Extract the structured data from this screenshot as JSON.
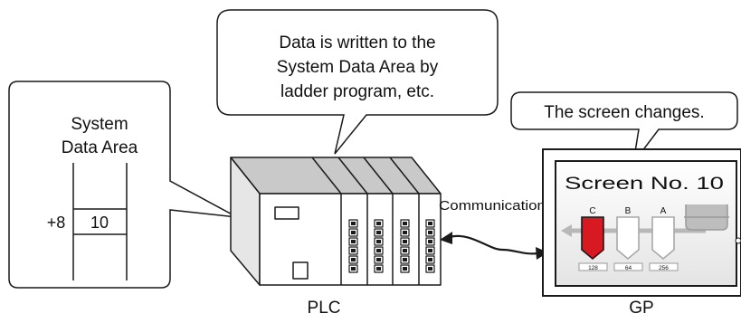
{
  "callouts": {
    "plc_note": [
      "Data is written to the",
      "System Data Area by",
      "ladder program, etc."
    ],
    "gp_note": "The screen changes."
  },
  "system_data_area": {
    "title": [
      "System",
      "Data Area"
    ],
    "offset": "+8",
    "value": "10"
  },
  "plc": {
    "label": "PLC"
  },
  "gp": {
    "label": "GP",
    "screen_title": "Screen No. 10",
    "tanks": [
      {
        "letter": "C",
        "value": "128",
        "active": true
      },
      {
        "letter": "B",
        "value": "64",
        "active": false
      },
      {
        "letter": "A",
        "value": "256",
        "active": false
      }
    ]
  },
  "link": {
    "label": "Communication"
  },
  "colors": {
    "active_tank": "#d71921",
    "outline": "#1a1a1a",
    "panel_grey": "#c9c9c9",
    "screen_bg": "#f2f2f2"
  }
}
